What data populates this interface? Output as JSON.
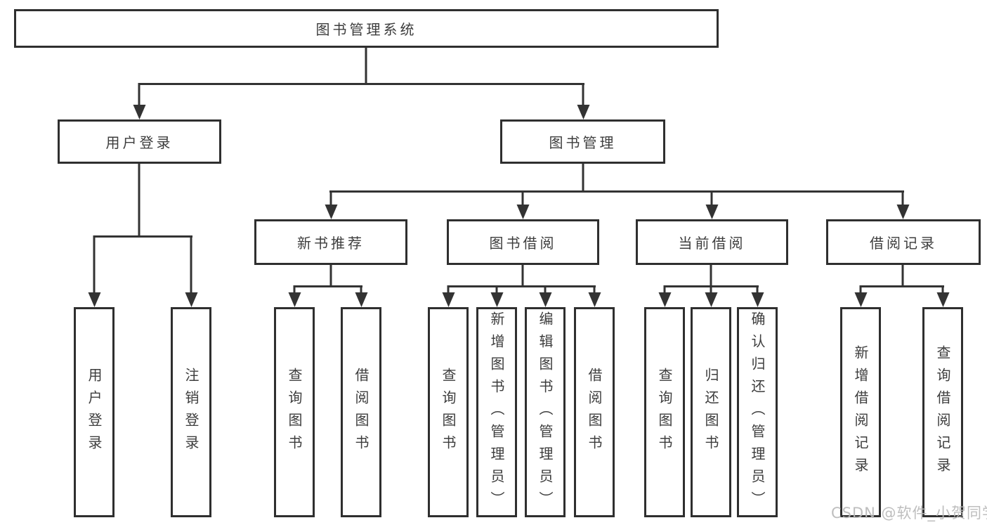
{
  "tree": {
    "root": "图书管理系统",
    "user_login": {
      "label": "用户登录",
      "children": [
        "用户登录",
        "注销登录"
      ]
    },
    "book_mgmt": {
      "label": "图书管理",
      "sections": [
        {
          "label": "新书推荐",
          "children": [
            "查询图书",
            "借阅图书"
          ]
        },
        {
          "label": "图书借阅",
          "children": [
            "查询图书",
            "新增图书（管理员）",
            "编辑图书（管理员）",
            "借阅图书"
          ]
        },
        {
          "label": "当前借阅",
          "children": [
            "查询图书",
            "归还图书",
            "确认归还（管理员）"
          ]
        },
        {
          "label": "借阅记录",
          "children": [
            "新增借阅记录",
            "查询借阅记录"
          ]
        }
      ]
    }
  },
  "watermark": {
    "text": "CSDN @软件_小贺同学"
  },
  "colors": {
    "line": "#333333",
    "border": "#2f2f2f",
    "text": "#3d3d3d",
    "background": "#ffffff",
    "watermark": "#b8b8b8"
  }
}
